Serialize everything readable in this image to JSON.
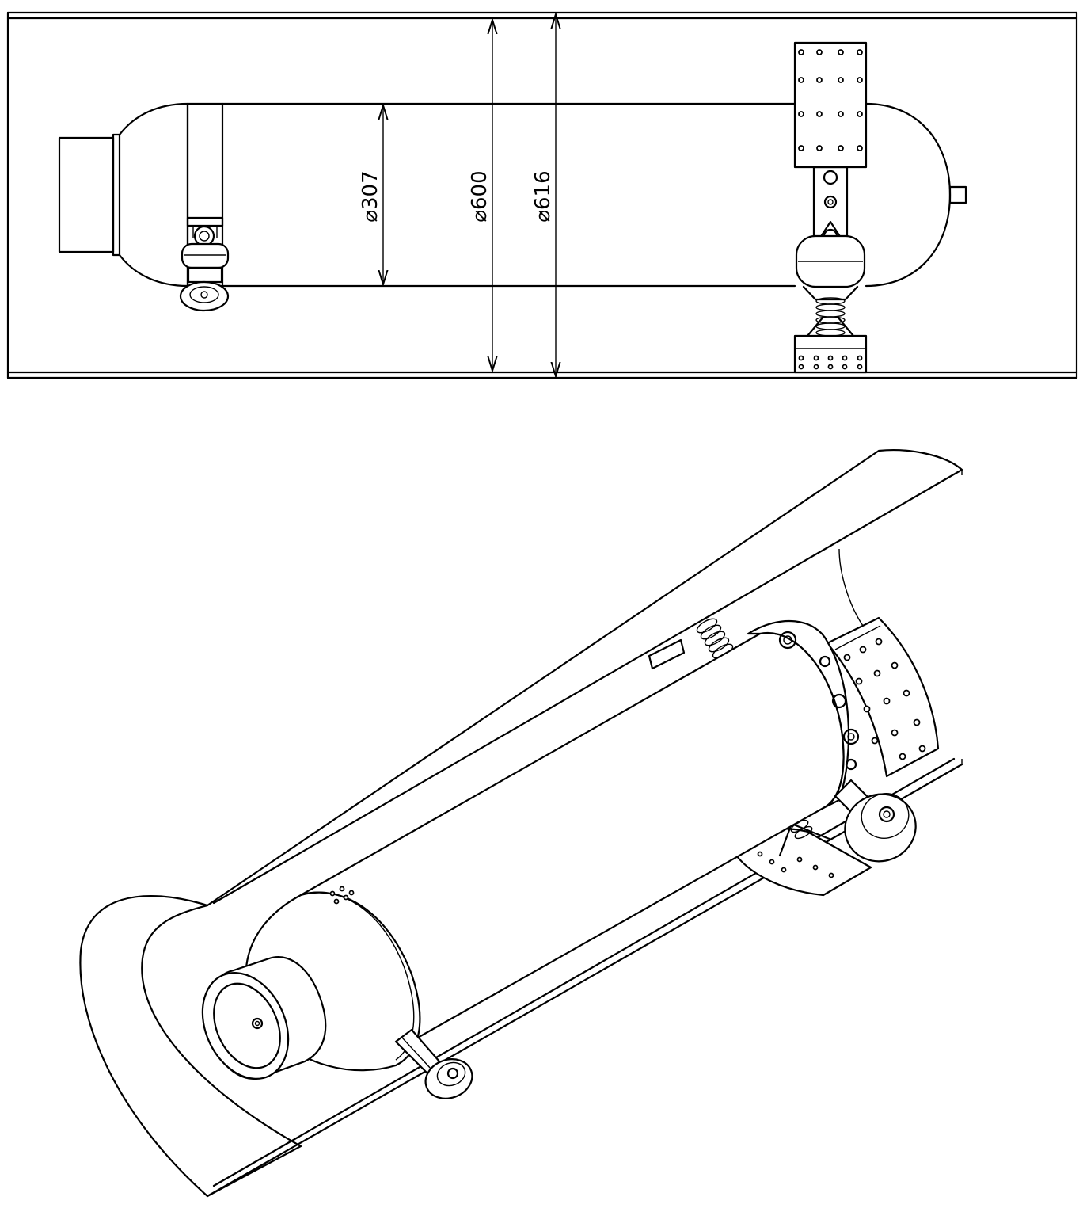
{
  "dimensions": [
    {
      "symbol": "⌀",
      "value": "307"
    },
    {
      "symbol": "⌀",
      "value": "600"
    },
    {
      "symbol": "⌀",
      "value": "616"
    }
  ]
}
